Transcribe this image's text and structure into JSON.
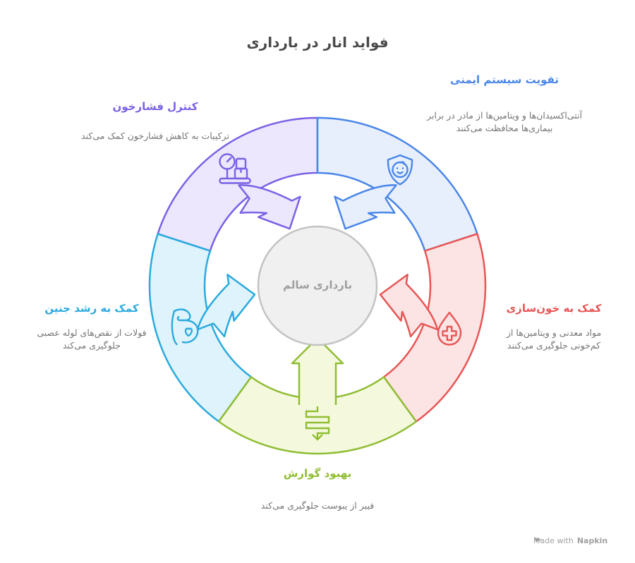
{
  "title": {
    "text": "فواید انار در بارداری",
    "color": "#4a4a4a"
  },
  "center": {
    "label": "بارداری سالم",
    "fill": "#f0f0f0",
    "stroke": "#c3c3c3",
    "text_color": "#9e9e9e"
  },
  "muted_text_color": "#757575",
  "segments": {
    "blood_pressure": {
      "heading": "کنترل فشارخون",
      "desc_lines": [
        "ترکیبات به کاهش فشارخون کمک می‌کند"
      ],
      "color": "#7b61e6",
      "fill": "#ece7fc",
      "icon": "weight-scale-icon"
    },
    "immune": {
      "heading": "تقویت سیستم ایمنی",
      "desc_lines": [
        "آنتی‌اکسیدان‌ها و ویتامین‌ها از مادر در برابر",
        "بیماری‌ها محافظت می‌کنند"
      ],
      "color": "#4a86e8",
      "fill": "#e7effc",
      "icon": "shield-baby-icon"
    },
    "blood_formation": {
      "heading": "کمک به خون‌سازی",
      "desc_lines": [
        "مواد معدنی و ویتامین‌ها از",
        "کم‌خونی جلوگیری می‌کنند"
      ],
      "color": "#e85555",
      "fill": "#fce4e4",
      "icon": "blood-drop-cross-icon"
    },
    "digestion": {
      "heading": "بهبود گوارش",
      "desc_lines": [
        "فیبر از یبوست جلوگیری می‌کند"
      ],
      "color": "#90bd34",
      "fill": "#f4f9dd",
      "icon": "intestine-arrow-icon"
    },
    "fetal_growth": {
      "heading": "کمک به رشد جنین",
      "desc_lines": [
        "فولات از نقص‌های لوله عصبی",
        "جلوگیری می‌کند"
      ],
      "color": "#2aaade",
      "fill": "#def3fc",
      "icon": "pregnant-belly-heart-icon"
    }
  },
  "footer": {
    "made_with": "Made with",
    "brand": "Napkin",
    "color": "#a0a0a0"
  }
}
